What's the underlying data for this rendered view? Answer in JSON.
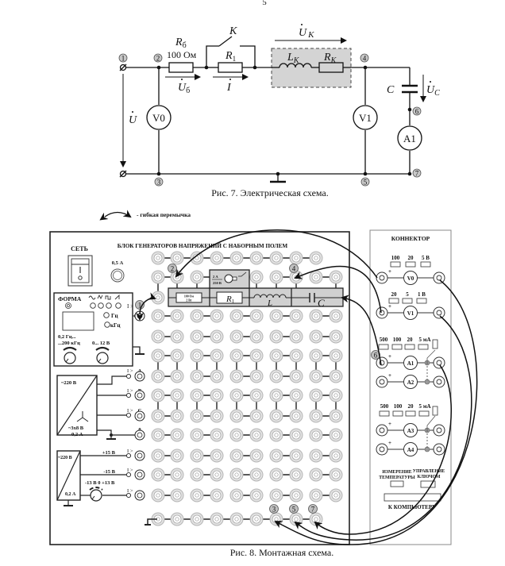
{
  "page_number": "5",
  "fig7": {
    "caption": "Рис. 7. Электрическая схема.",
    "labels": {
      "r_b": "R",
      "r_b_sub": "б",
      "r_b_value": "100 Ом",
      "switch": "K",
      "r1": "R",
      "r1_sub": "1",
      "l_k": "L",
      "l_k_sub": "K",
      "r_k": "R",
      "r_k_sub": "K",
      "u_k": "U",
      "u_k_sub": "K",
      "u_b": "U",
      "u_b_sub": "б",
      "i": "I",
      "u": "U",
      "c": "C",
      "u_c": "U",
      "u_c_sub": "C"
    },
    "meters": [
      "V0",
      "V1",
      "A1"
    ],
    "nodes": [
      "1",
      "2",
      "3",
      "4",
      "5",
      "6",
      "7"
    ]
  },
  "legend": {
    "text": "- гибкая перемычка"
  },
  "fig8": {
    "caption": "Рис. 8. Монтажная схема.",
    "block_title": "БЛОК ГЕНЕРАТОРОВ НАПРЯЖЕНИЙ С НАБОРНЫМ ПОЛЕМ",
    "power_label": "СЕТЬ",
    "fuse_label": "0,5 А",
    "generator": {
      "title": "ФОРМА",
      "hz": "Гц",
      "khz": "кГц",
      "freq_range_1": "0,2 Гц...",
      "freq_range_2": "...200 кГц",
      "ampl_range": "0... 12 В",
      "out_mark": "I >"
    },
    "three_phase": {
      "input": "~220 В",
      "output": "~3x8 В",
      "current": "0,2 А",
      "phases": [
        "A",
        "B",
        "C",
        "0"
      ]
    },
    "dc_supply": {
      "input": "~220 В",
      "current": "0,2 А",
      "outputs": [
        "+15 В",
        "-15 В"
      ],
      "adjust": "-13 В  0 +13 В"
    },
    "components": {
      "rb_1": "100 Ом",
      "rb_2": "2 Вт",
      "switch_1": "2 А",
      "switch_2": "250 В",
      "r1": "R",
      "r1_sub": "1",
      "l": "L",
      "c": "C"
    },
    "field_nodes": [
      "1",
      "2",
      "4",
      "3",
      "5",
      "7"
    ],
    "connector": {
      "title": "КОННЕКТОР",
      "v0_ranges": [
        "100",
        "20",
        "5 В"
      ],
      "v1_ranges": [
        "20",
        "5",
        "1 В"
      ],
      "a12_ranges": [
        "500",
        "100",
        "20",
        "5 мА"
      ],
      "a34_ranges": [
        "500",
        "100",
        "20",
        "5 мА"
      ],
      "meters": [
        "V0",
        "V1",
        "A1",
        "A2",
        "A3",
        "A4"
      ],
      "plus": "+",
      "node6": "6",
      "temp_1": "ИЗМЕРЕНИЕ",
      "temp_2": "ТЕМПЕРАТУРЫ",
      "ctrl_1": "УПРАВЛЕНИЕ",
      "ctrl_2": "КЛЮЧОМ",
      "pc": "К КОМПЬЮТЕРУ"
    }
  }
}
